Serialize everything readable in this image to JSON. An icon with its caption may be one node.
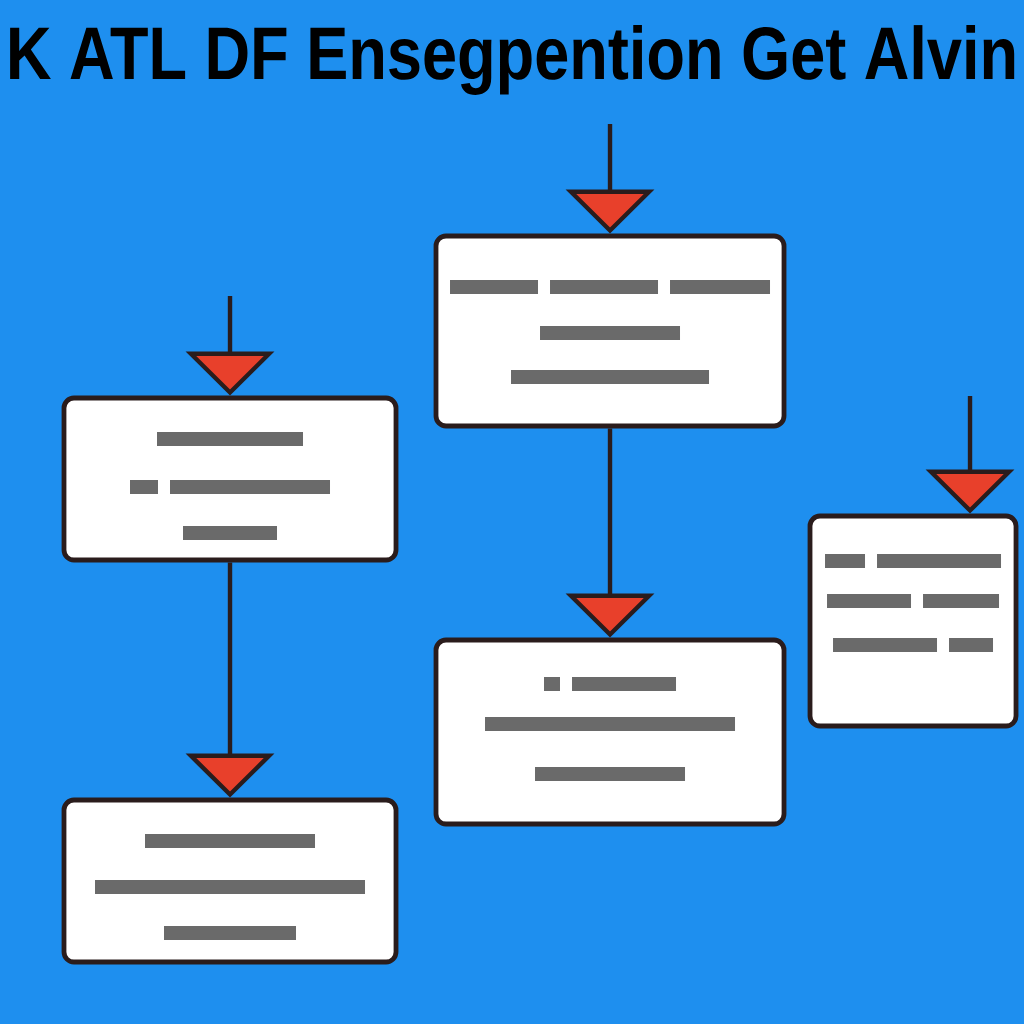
{
  "diagram": {
    "title": "K ATL DF Ensegpention Get Alvin",
    "nodes": [
      {
        "text": [],
        "shape": "box"
      },
      {
        "text": [],
        "shape": "box"
      },
      {
        "text": [],
        "shape": "box"
      },
      {
        "text": [],
        "shape": "box"
      },
      {
        "text": [],
        "shape": "box"
      }
    ],
    "edges": [
      {
        "from": null,
        "to": 0,
        "arrow": "to"
      },
      {
        "from": null,
        "to": 1,
        "arrow": "to"
      },
      {
        "from": null,
        "to": 2,
        "arrow": "to"
      },
      {
        "from": 0,
        "to": 3,
        "arrow": "to"
      },
      {
        "from": 1,
        "to": 4,
        "arrow": "to"
      }
    ]
  }
}
